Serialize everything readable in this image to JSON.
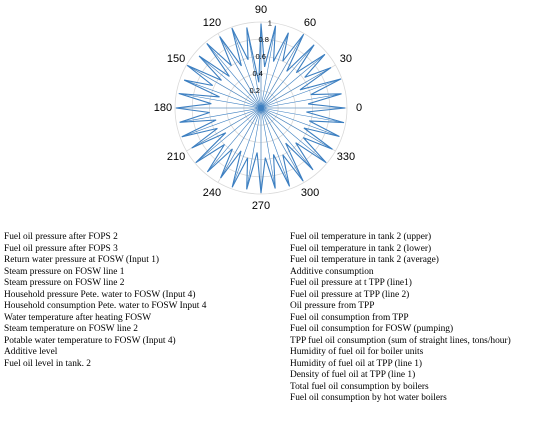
{
  "chart_data": {
    "type": "polar-line",
    "angular_ticks": [
      "0",
      "30",
      "60",
      "90",
      "120",
      "150",
      "180",
      "210",
      "240",
      "270",
      "300",
      "330"
    ],
    "radial_ticks": [
      "0.2",
      "0.4",
      "0.6",
      "0.8",
      "1"
    ],
    "radial_tick_values": [
      0.2,
      0.4,
      0.6,
      0.8,
      1.0
    ],
    "rlim": [
      0,
      1
    ],
    "grid": true,
    "series_color": "#3c7fc1",
    "grid_color": "#d9d9d9",
    "spike_count": 36,
    "peak_values": [
      0.98,
      0.95,
      0.99,
      0.94,
      0.97,
      0.96,
      0.99,
      0.93,
      0.97,
      0.98,
      0.95,
      0.99,
      0.96,
      0.98,
      0.94,
      0.99,
      0.95,
      0.97,
      0.99,
      0.96,
      0.98,
      0.93,
      0.99,
      0.97,
      0.94,
      0.98,
      0.96,
      0.99,
      0.95,
      0.97,
      0.98,
      0.94,
      0.99,
      0.96,
      0.97,
      0.98
    ],
    "valley_values": [
      0.55,
      0.6,
      0.5,
      0.62,
      0.58,
      0.52,
      0.6,
      0.56,
      0.48,
      0.3,
      0.58,
      0.54,
      0.6,
      0.52,
      0.56,
      0.62,
      0.5,
      0.58,
      0.6,
      0.54,
      0.56,
      0.5,
      0.6,
      0.58,
      0.55,
      0.6,
      0.52,
      0.58,
      0.56,
      0.6,
      0.5,
      0.57,
      0.6,
      0.55,
      0.58,
      0.53
    ]
  },
  "legend_left": [
    "Fuel oil pressure after FOPS 2",
    "Fuel oil pressure after FOPS 3",
    "Return water pressure at FOSW (Input 1)",
    "Steam pressure on FOSW line 1",
    "Steam pressure on FOSW line 2",
    "Household pressure Pete. water to FOSW (Input 4)",
    "Household consumption Pete. water to FOSW Input 4",
    "Water temperature after heating FOSW",
    "Steam temperature on FOSW line 2",
    "Potable water temperature to FOSW (Input 4)",
    "Additive level",
    "Fuel oil level in tank. 2"
  ],
  "legend_right": [
    "Fuel oil temperature in tank 2 (upper)",
    "Fuel oil temperature in tank 2 (lower)",
    "Fuel oil temperature in tank 2 (average)",
    "Additive consumption",
    "Fuel oil pressure at t TPP (line1)",
    "Fuel oil pressure at TPP (line 2)",
    "Oil pressure from TPP",
    "Fuel oil consumption from TPP",
    "Fuel oil consumption for FOSW (pumping)",
    "TPP fuel oil consumption (sum of straight lines, tons/hour)",
    "Humidity of fuel oil for boiler units",
    "Humidity of fuel oil at TPP (line 1)",
    "Density of fuel oil at TPP (line 1)",
    "Total fuel oil consumption by boilers",
    "Fuel oil consumption by hot water boilers"
  ]
}
